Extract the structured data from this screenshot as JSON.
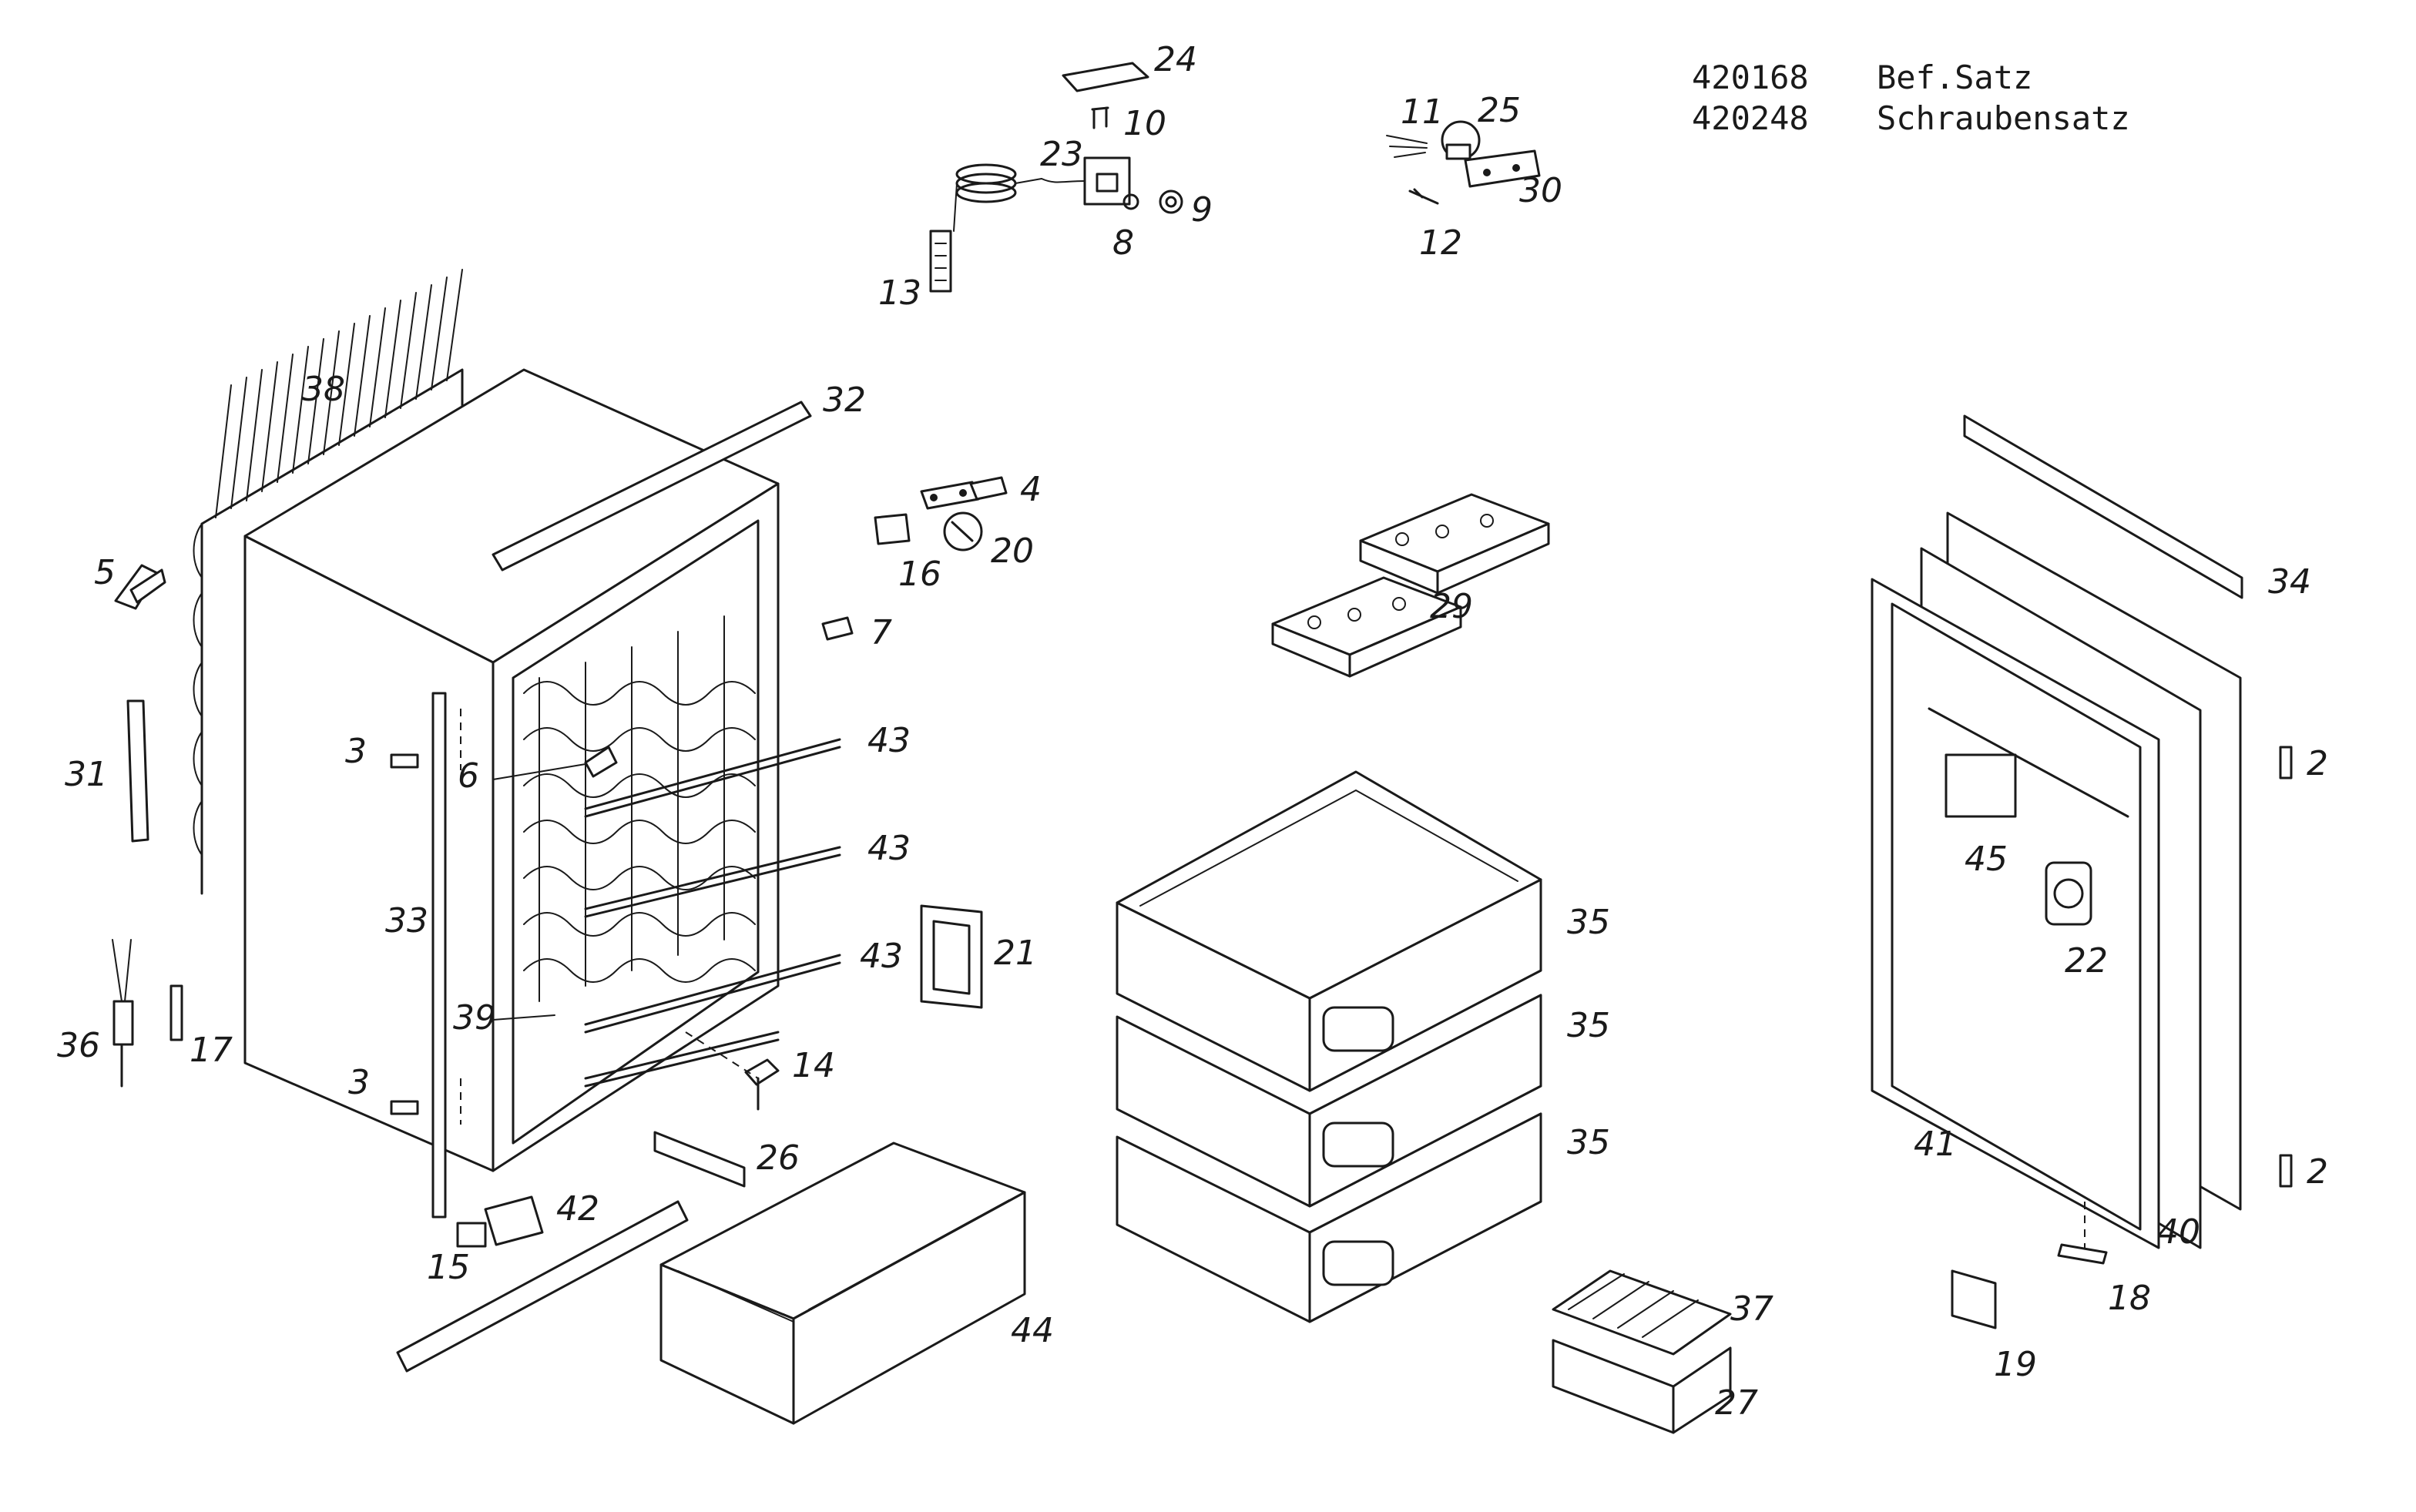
{
  "header": {
    "rows": [
      {
        "code": "420168",
        "text": "Bef.Satz"
      },
      {
        "code": "420248",
        "text": "Schraubensatz"
      }
    ]
  },
  "callouts": {
    "c24": "24",
    "c10": "10",
    "c23": "23",
    "c8": "8",
    "c9": "9",
    "c13": "13",
    "c11": "11",
    "c25": "25",
    "c30": "30",
    "c12": "12",
    "c38": "38",
    "c32": "32",
    "c4": "4",
    "c20": "20",
    "c16": "16",
    "c7": "7",
    "c5": "5",
    "c31": "31",
    "c3a": "3",
    "c6": "6",
    "c43a": "43",
    "c43b": "43",
    "c43c": "43",
    "c33": "33",
    "c39": "39",
    "c3b": "3",
    "c36": "36",
    "c17": "17",
    "c21": "21",
    "c14": "14",
    "c26": "26",
    "c42": "42",
    "c15": "15",
    "c44": "44",
    "c29": "29",
    "c35a": "35",
    "c35b": "35",
    "c35c": "35",
    "c37": "37",
    "c27": "27",
    "c34": "34",
    "c2a": "2",
    "c2b": "2",
    "c45": "45",
    "c22": "22",
    "c41": "41",
    "c40": "40",
    "c18": "18",
    "c19": "19"
  }
}
